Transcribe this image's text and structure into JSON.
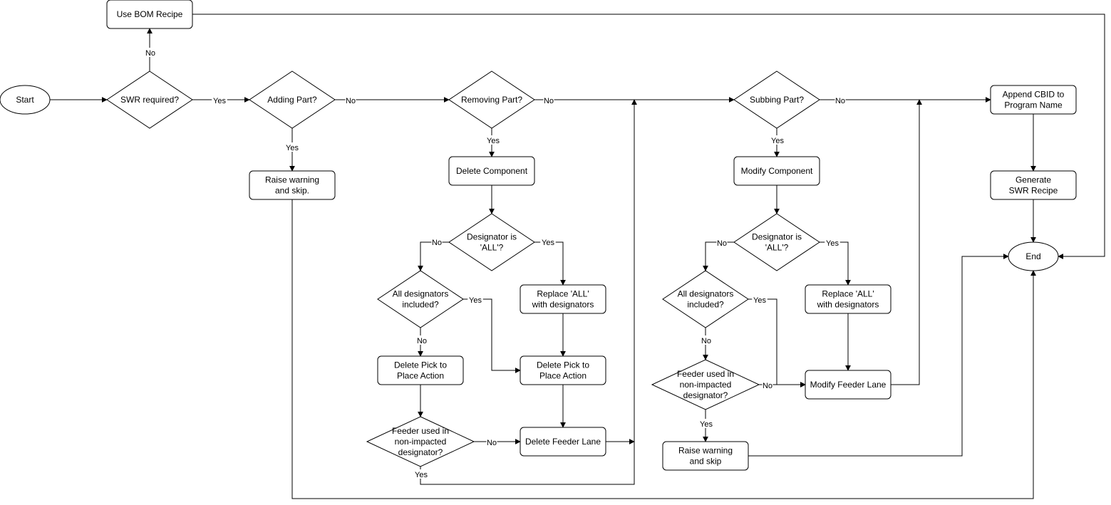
{
  "diagram": {
    "nodes": {
      "start": [
        "Start"
      ],
      "use_bom": [
        "Use BOM Recipe"
      ],
      "swr_required": [
        "SWR required?"
      ],
      "adding_part": [
        "Adding Part?"
      ],
      "raise_warning_1": [
        "Raise warning",
        "and skip."
      ],
      "removing_part": [
        "Removing Part?"
      ],
      "delete_component": [
        "Delete Component"
      ],
      "rem_designator_all": [
        "Designator is",
        "'ALL'?"
      ],
      "rem_all_included": [
        "All designators",
        "included?"
      ],
      "rem_replace_all": [
        "Replace 'ALL'",
        "with designators"
      ],
      "rem_delete_pick_left": [
        "Delete Pick to",
        "Place Action"
      ],
      "rem_delete_pick_right": [
        "Delete Pick to",
        "Place Action"
      ],
      "rem_feeder_used": [
        "Feeder used in",
        "non-impacted",
        "designator?"
      ],
      "delete_feeder_lane": [
        "Delete Feeder Lane"
      ],
      "subbing_part": [
        "Subbing Part?"
      ],
      "modify_component": [
        "Modify Component"
      ],
      "sub_designator_all": [
        "Designator is",
        "'ALL'?"
      ],
      "sub_all_included": [
        "All designators",
        "included?"
      ],
      "sub_replace_all": [
        "Replace 'ALL'",
        "with designators"
      ],
      "sub_feeder_used": [
        "Feeder used in",
        "non-impacted",
        "designator?"
      ],
      "modify_feeder_lane": [
        "Modify Feeder Lane"
      ],
      "raise_warning_2": [
        "Raise warning",
        "and skip"
      ],
      "append_cbid": [
        "Append CBID to",
        "Program Name"
      ],
      "generate_swr": [
        "Generate",
        "SWR Recipe"
      ],
      "end": [
        "End"
      ]
    },
    "edge_labels": {
      "swr_no": "No",
      "swr_yes": "Yes",
      "adding_no": "No",
      "adding_yes": "Yes",
      "removing_no": "No",
      "removing_yes": "Yes",
      "rem_des_no": "No",
      "rem_des_yes": "Yes",
      "rem_incl_yes": "Yes",
      "rem_incl_no": "No",
      "rem_feeder_no": "No",
      "rem_feeder_yes": "Yes",
      "subbing_no": "No",
      "subbing_yes": "Yes",
      "sub_des_no": "No",
      "sub_des_yes": "Yes",
      "sub_incl_yes": "Yes",
      "sub_incl_no": "No",
      "sub_feeder_no": "No",
      "sub_feeder_yes": "Yes"
    }
  }
}
